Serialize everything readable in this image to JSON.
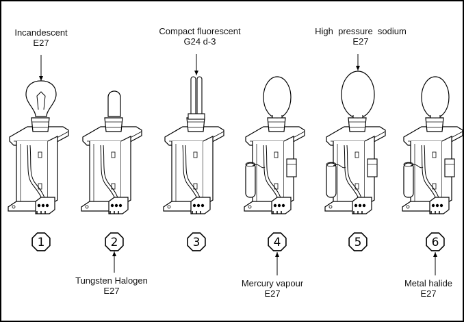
{
  "colors": {
    "ink": "#000000",
    "background": "#ffffff",
    "frame": "#000000"
  },
  "lamps": [
    {
      "number": "1",
      "name": "Incandescent",
      "base": "E27",
      "label_position": "top",
      "bulb": "incandescent",
      "ballast": false
    },
    {
      "number": "2",
      "name": "Tungsten Halogen",
      "base": "E27",
      "label_position": "bottom",
      "bulb": "halogen",
      "ballast": false
    },
    {
      "number": "3",
      "name": "Compact fluorescent",
      "base": "G24 d-3",
      "label_position": "top",
      "bulb": "compact-fluorescent",
      "ballast": false
    },
    {
      "number": "4",
      "name": "Mercury vapour",
      "base": "E27",
      "label_position": "bottom",
      "bulb": "ovoid",
      "ballast": true
    },
    {
      "number": "5",
      "name": "High  pressure  sodium",
      "base": "E27",
      "label_position": "top",
      "bulb": "ovoid-large",
      "ballast": true
    },
    {
      "number": "6",
      "name": "Metal halide",
      "base": "E27",
      "label_position": "bottom",
      "bulb": "ovoid",
      "ballast": true
    }
  ]
}
